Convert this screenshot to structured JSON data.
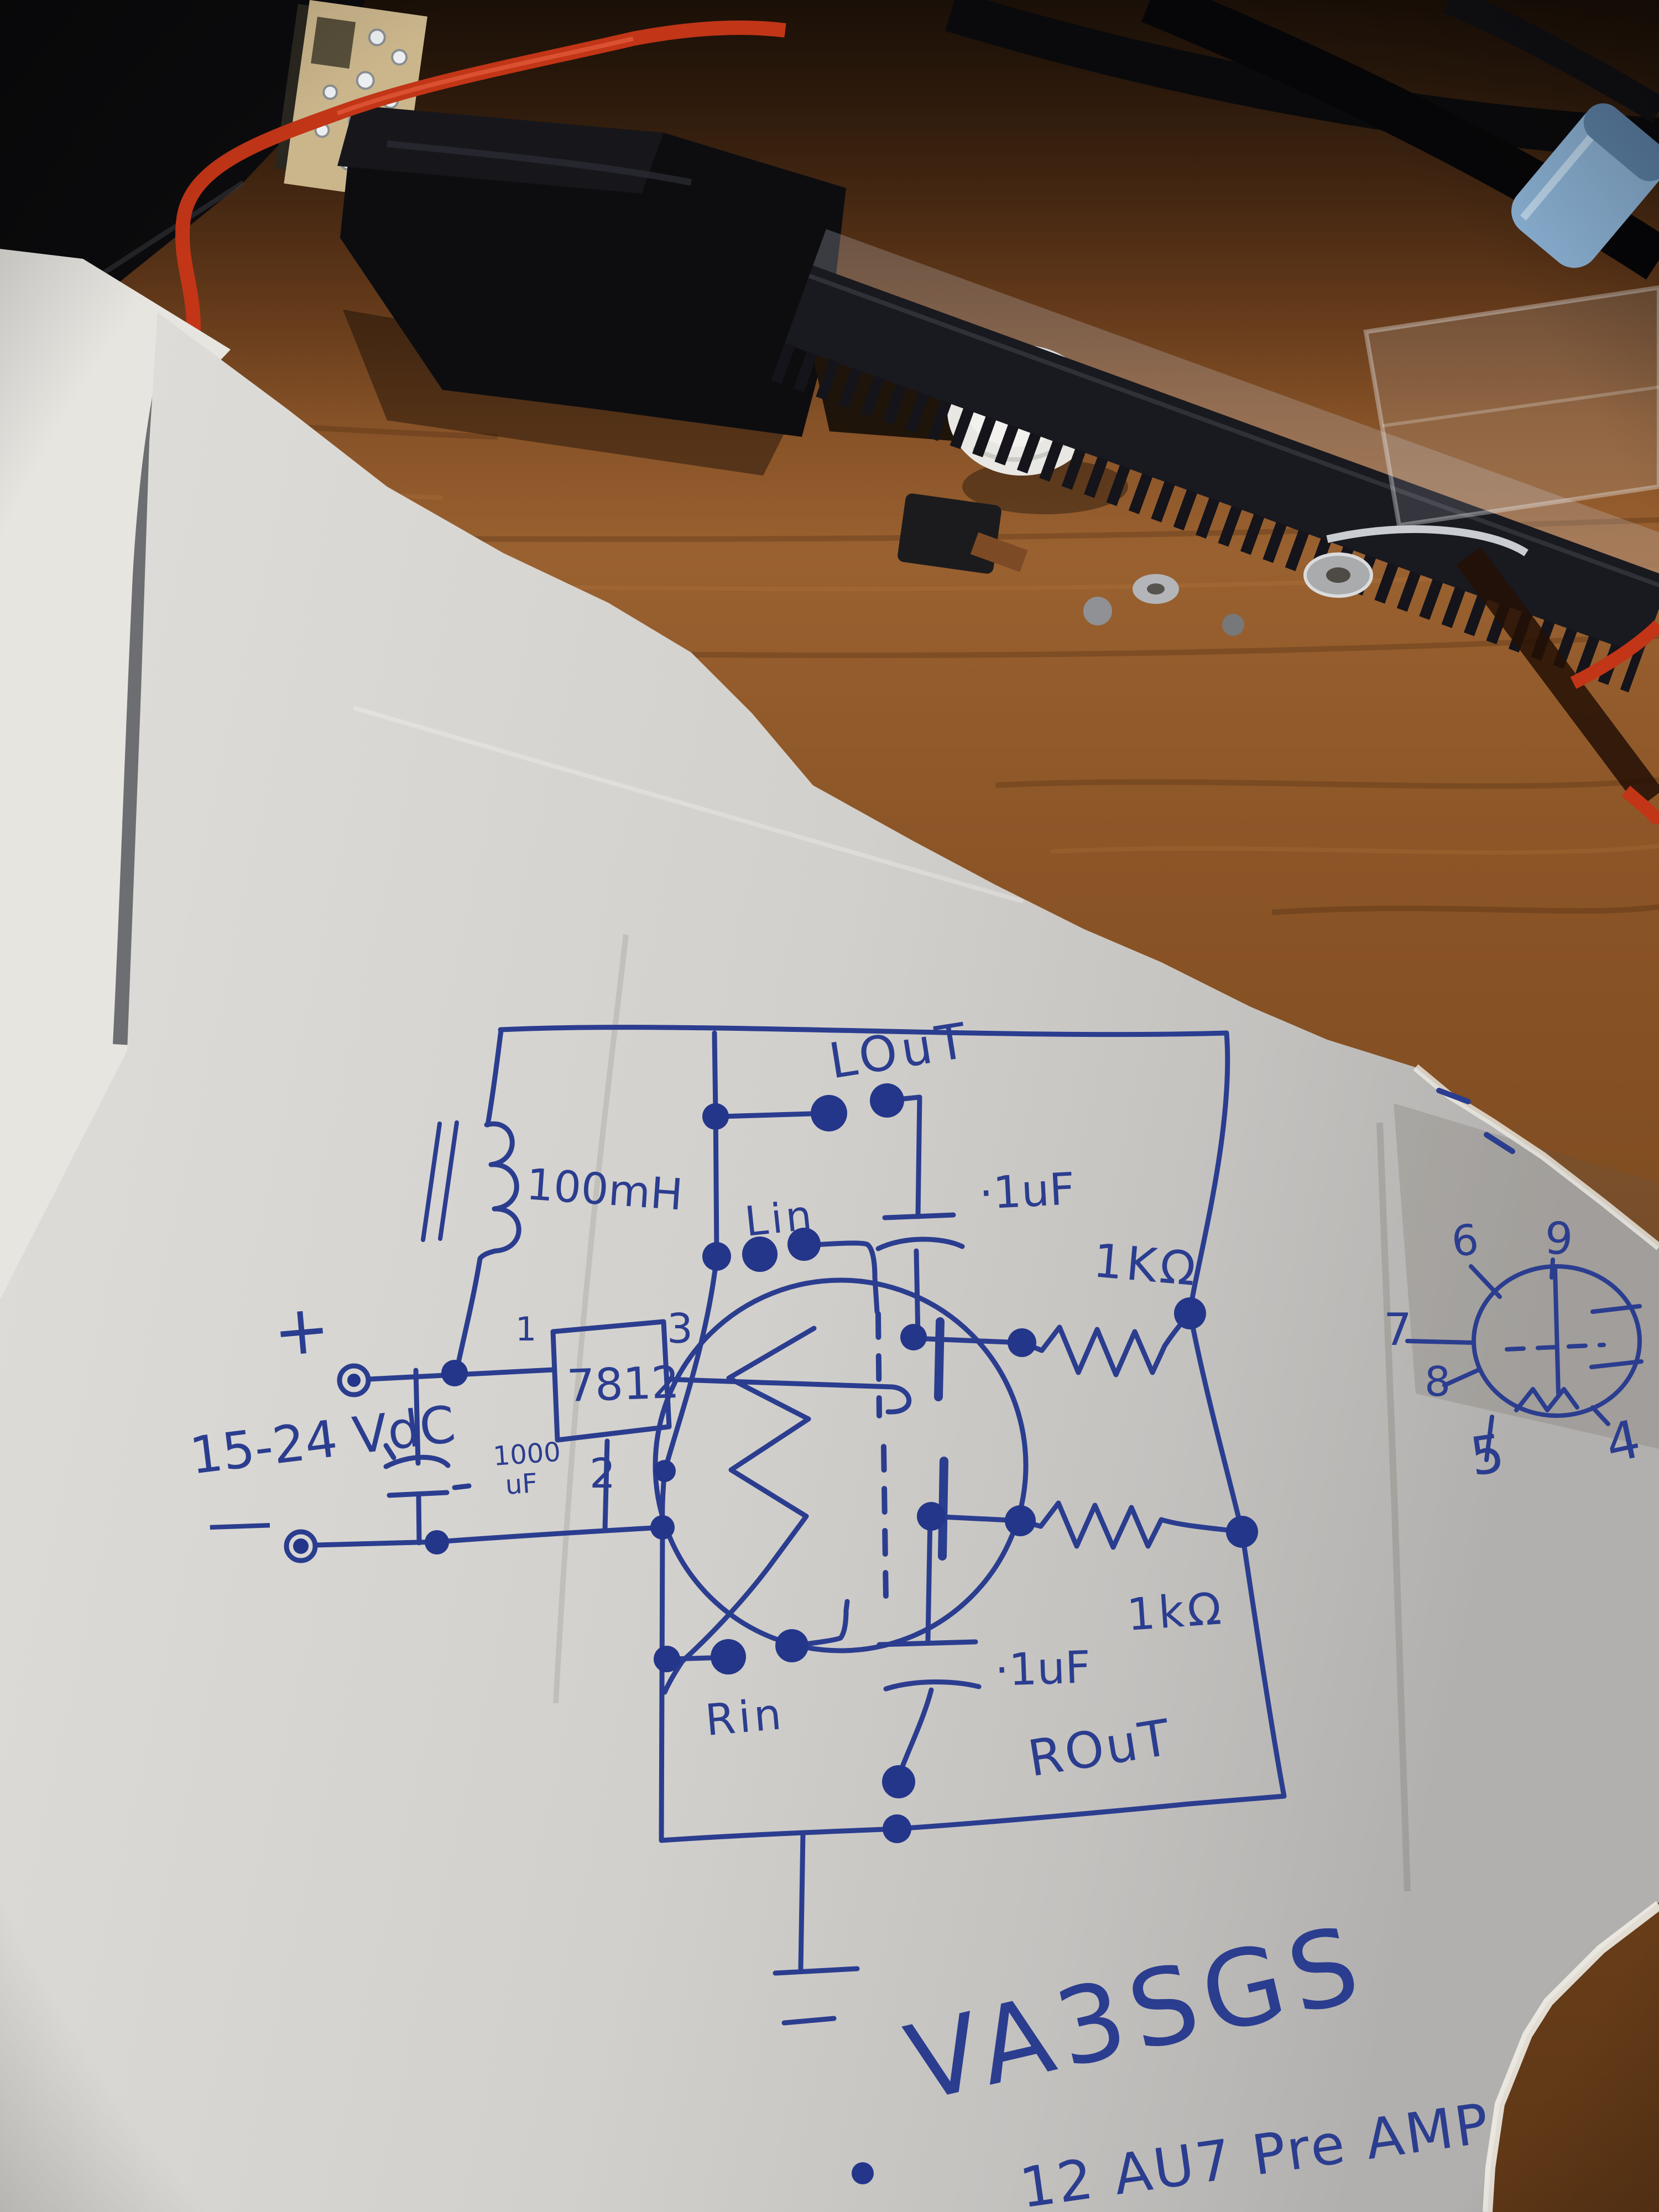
{
  "photo": {
    "ink_color": "#2b3d8f",
    "paper_color": "#d8d6d1",
    "under_paper_color": "#e7e5e0",
    "wood_color": "#7a4a24",
    "red_wire_color": "#c23517"
  },
  "schematic": {
    "callsign": "VA3SGS",
    "title": "12 AU7 Pre AMP",
    "power": {
      "plus_label": "+",
      "minus_label": "—",
      "supply_range": "15-24 VdC",
      "regulator": "7812",
      "pin_in": "1",
      "pin_gnd": "2",
      "pin_out": "3",
      "filter_cap_value": "1000",
      "filter_cap_unit": "uF",
      "inductor_value": "100mH"
    },
    "left_channel": {
      "output_label": "LOuT",
      "input_label": "Lin",
      "coupling_cap": "·1uF",
      "plate_resistor": "1KΩ"
    },
    "right_channel": {
      "input_label": "Rin",
      "output_label": "ROuT",
      "coupling_cap": "·1uF",
      "plate_resistor": "1kΩ"
    },
    "tube_pinout": {
      "pins": [
        "6",
        "9",
        "7",
        "8",
        "5",
        "4"
      ]
    }
  }
}
